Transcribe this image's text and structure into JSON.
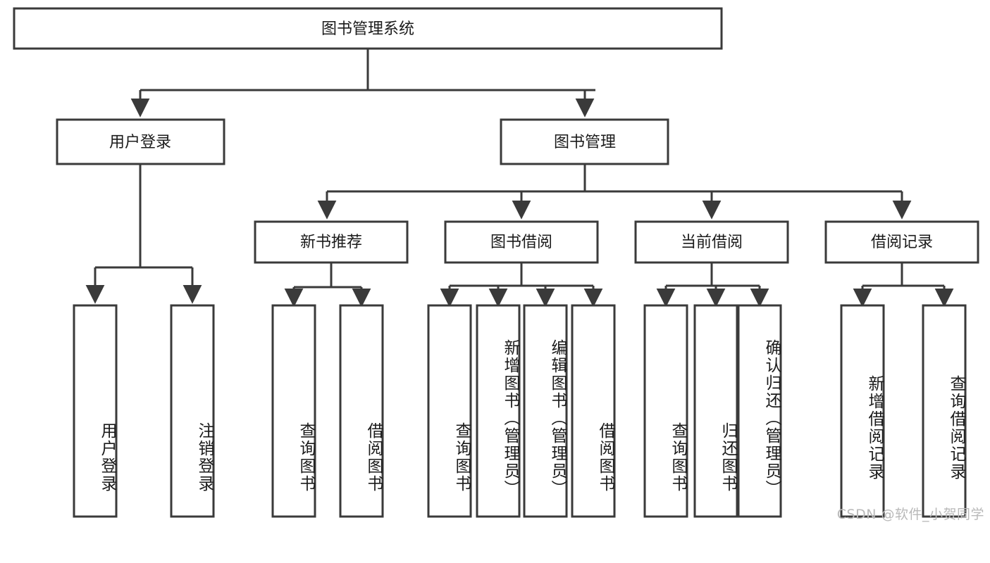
{
  "diagram": {
    "title": "图书管理系统",
    "type": "tree",
    "theme": {
      "background": "#ffffff",
      "box_stroke": "#3a3a3a",
      "box_fill": "#ffffff",
      "text_color": "#1b1b1b",
      "watermark_color": "#b9b9b9"
    },
    "root": {
      "label": "图书管理系统"
    },
    "level2": [
      {
        "label": "用户登录"
      },
      {
        "label": "图书管理"
      }
    ],
    "level3": [
      {
        "label": "新书推荐"
      },
      {
        "label": "图书借阅"
      },
      {
        "label": "当前借阅"
      },
      {
        "label": "借阅记录"
      }
    ],
    "leaves": {
      "user_login": [
        {
          "label": "用户登录"
        },
        {
          "label": "注销登录"
        }
      ],
      "new_book": [
        {
          "label": "查询图书"
        },
        {
          "label": "借阅图书"
        }
      ],
      "book_borrow": [
        {
          "label": "查询图书"
        },
        {
          "label": "新增图书（管理员）"
        },
        {
          "label": "编辑图书（管理员）"
        },
        {
          "label": "借阅图书"
        }
      ],
      "current_borrow": [
        {
          "label": "查询图书"
        },
        {
          "label": "归还图书"
        },
        {
          "label": "确认归还（管理员）"
        }
      ],
      "borrow_record": [
        {
          "label": "新增借阅记录"
        },
        {
          "label": "查询借阅记录"
        }
      ]
    }
  },
  "watermark": {
    "text": "CSDN @软件_小贺同学"
  }
}
